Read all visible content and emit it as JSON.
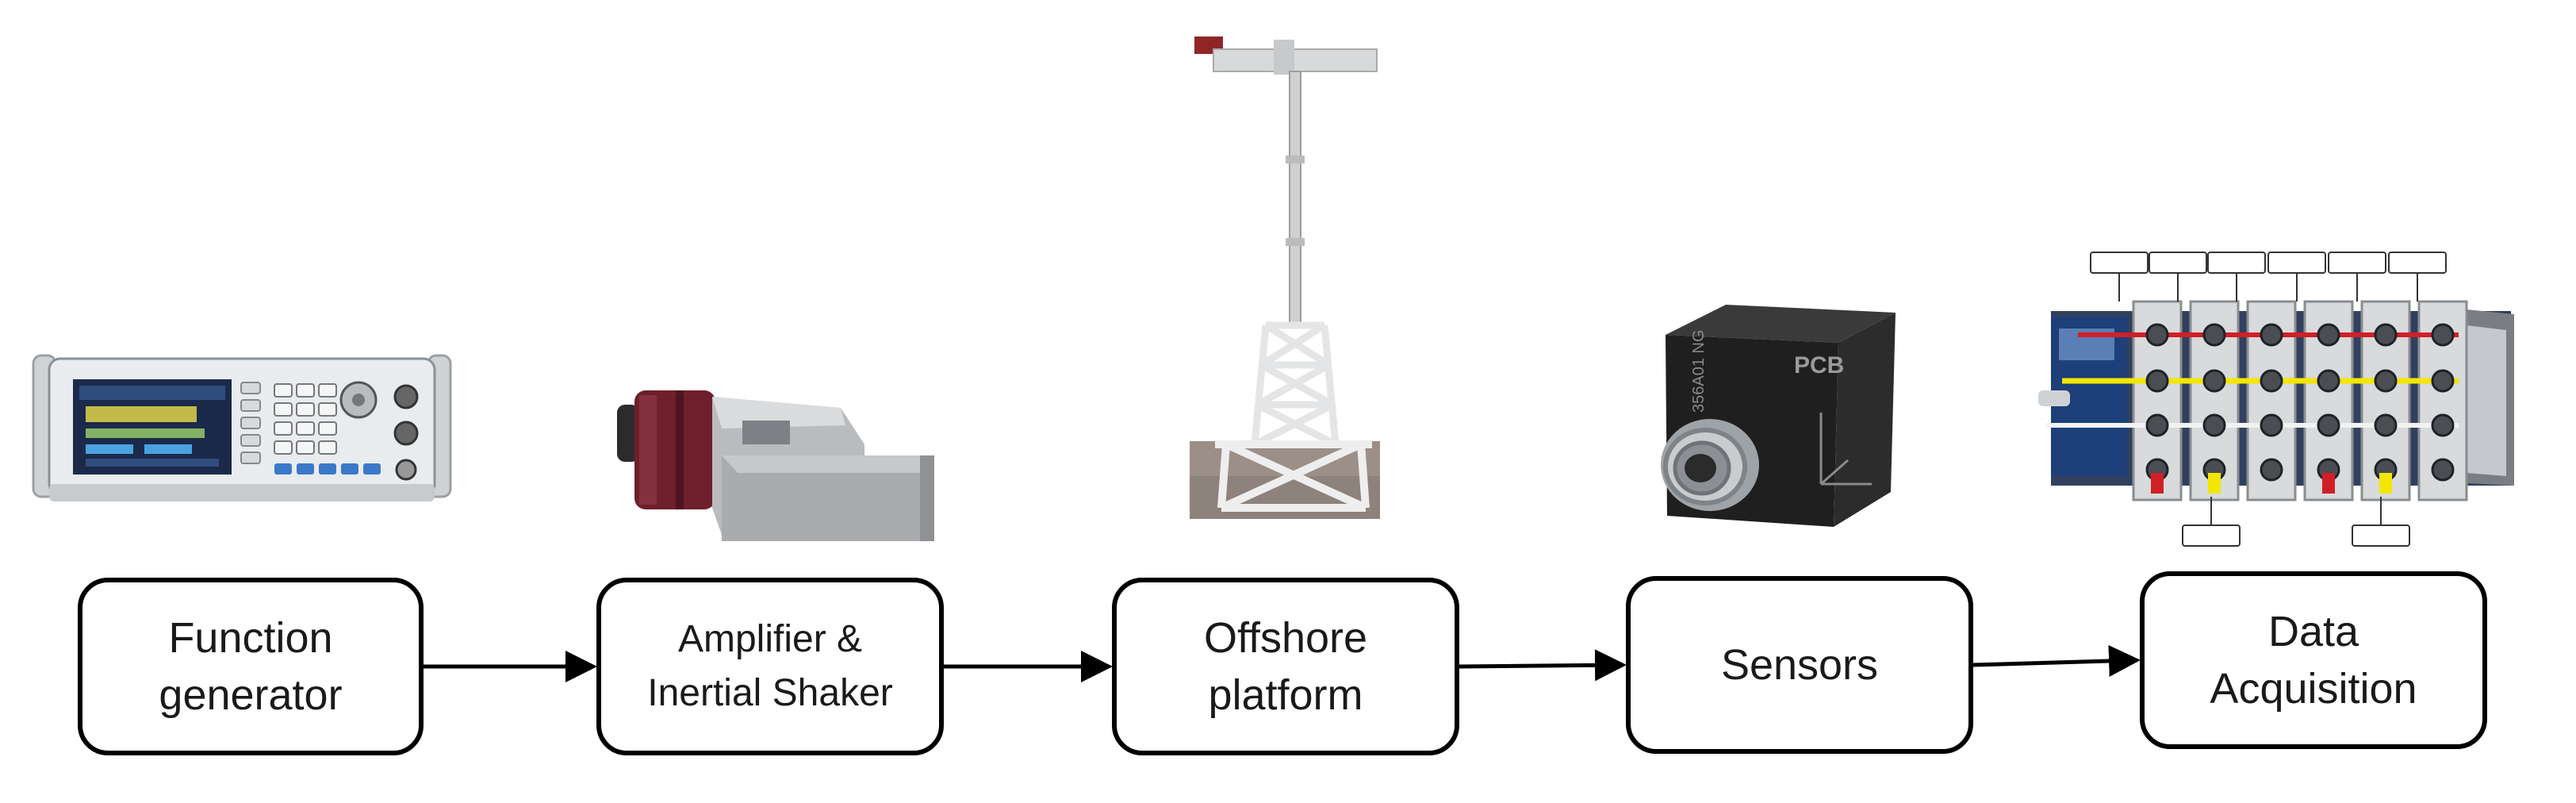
{
  "diagram": {
    "nodes": [
      {
        "id": "function-generator",
        "lines": [
          "Function",
          "generator"
        ]
      },
      {
        "id": "amplifier-shaker",
        "lines": [
          "Amplifier &",
          "Inertial Shaker"
        ]
      },
      {
        "id": "offshore-platform",
        "lines": [
          "Offshore",
          "platform"
        ]
      },
      {
        "id": "sensors",
        "lines": [
          "Sensors"
        ]
      },
      {
        "id": "data-acquisition",
        "lines": [
          "Data",
          "Acquisition"
        ]
      }
    ],
    "edges": [
      {
        "from": "function-generator",
        "to": "amplifier-shaker"
      },
      {
        "from": "amplifier-shaker",
        "to": "offshore-platform"
      },
      {
        "from": "offshore-platform",
        "to": "sensors"
      },
      {
        "from": "sensors",
        "to": "data-acquisition"
      }
    ]
  },
  "illustrations": {
    "sensor_brand": "PCB",
    "sensor_model": "356A01 NG"
  },
  "colors": {
    "box_border": "#000000",
    "arrow": "#000000",
    "text": "#1a1a1a",
    "cable_red": "#d11f26",
    "cable_yellow": "#f2e600"
  }
}
